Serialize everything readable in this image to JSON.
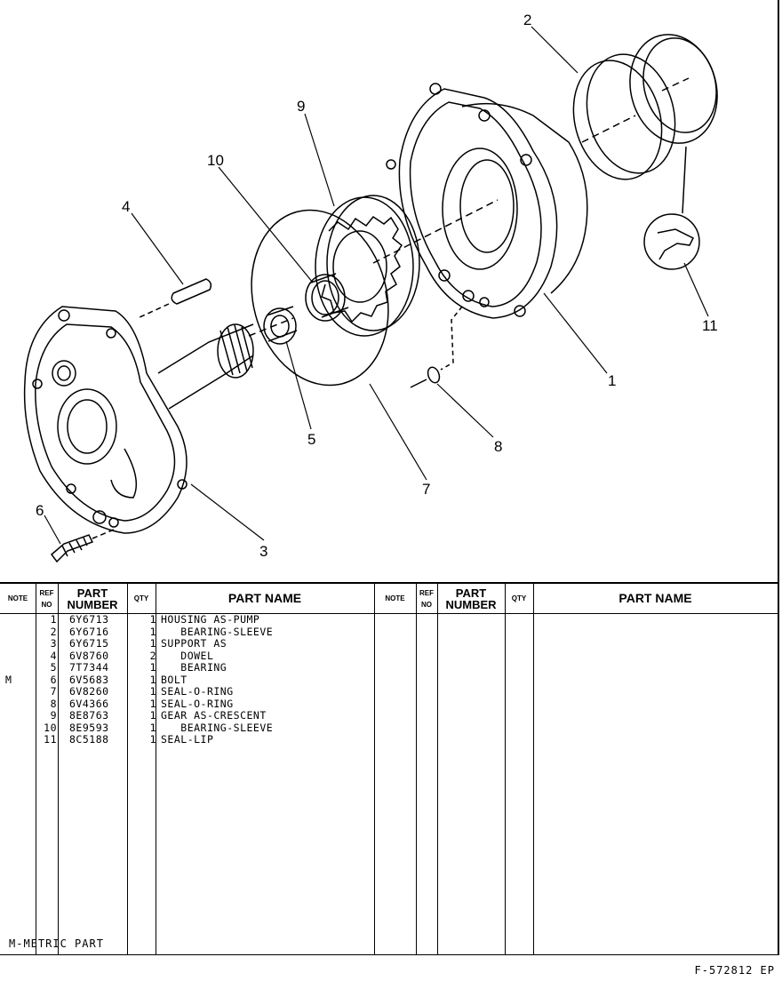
{
  "diagram": {
    "callouts": [
      "1",
      "2",
      "3",
      "4",
      "5",
      "6",
      "7",
      "8",
      "9",
      "10",
      "11"
    ]
  },
  "table": {
    "headers": {
      "note": "NOTE",
      "ref_no": "REF NO",
      "part_number": "PART NUMBER",
      "qty": "QTY",
      "part_name": "PART NAME"
    },
    "rows": [
      {
        "note": "",
        "ref": "1",
        "part_number": "6Y6713",
        "qty": "1",
        "part_name": "HOUSING AS-PUMP"
      },
      {
        "note": "",
        "ref": "2",
        "part_number": "6Y6716",
        "qty": "1",
        "part_name": "   BEARING-SLEEVE"
      },
      {
        "note": "",
        "ref": "3",
        "part_number": "6Y6715",
        "qty": "1",
        "part_name": "SUPPORT AS"
      },
      {
        "note": "",
        "ref": "4",
        "part_number": "6V8760",
        "qty": "2",
        "part_name": "   DOWEL"
      },
      {
        "note": "",
        "ref": "5",
        "part_number": "7T7344",
        "qty": "1",
        "part_name": "   BEARING"
      },
      {
        "note": "M",
        "ref": "6",
        "part_number": "6V5683",
        "qty": "1",
        "part_name": "BOLT"
      },
      {
        "note": "",
        "ref": "7",
        "part_number": "6V8260",
        "qty": "1",
        "part_name": "SEAL-O-RING"
      },
      {
        "note": "",
        "ref": "8",
        "part_number": "6V4366",
        "qty": "1",
        "part_name": "SEAL-O-RING"
      },
      {
        "note": "",
        "ref": "9",
        "part_number": "8E8763",
        "qty": "1",
        "part_name": "GEAR AS-CRESCENT"
      },
      {
        "note": "",
        "ref": "10",
        "part_number": "8E9593",
        "qty": "1",
        "part_name": "   BEARING-SLEEVE"
      },
      {
        "note": "",
        "ref": "11",
        "part_number": "8C5188",
        "qty": "1",
        "part_name": "SEAL-LIP"
      }
    ]
  },
  "footnote": "M-METRIC PART",
  "figure_number": "F-572812 EP"
}
